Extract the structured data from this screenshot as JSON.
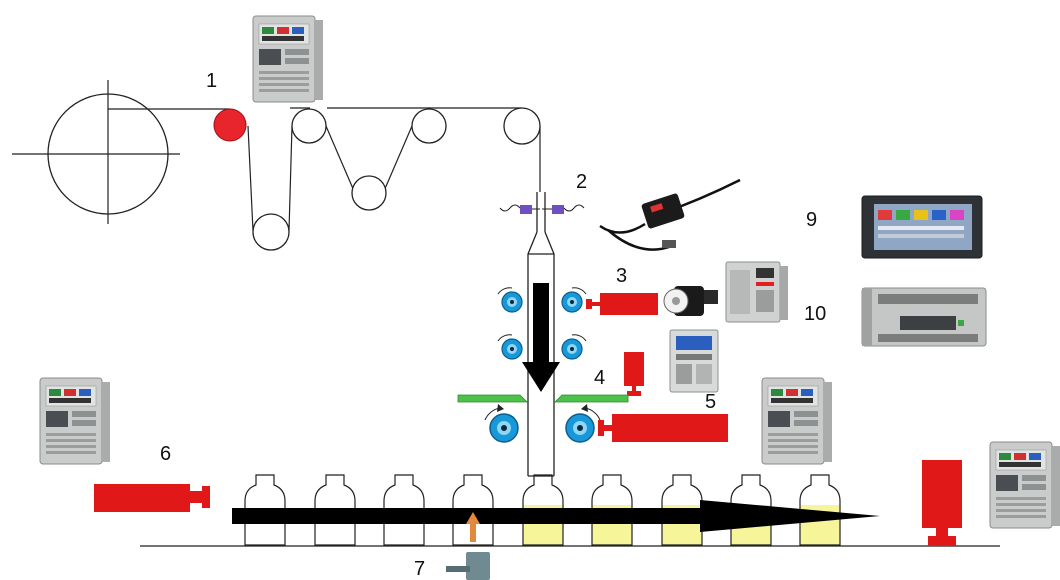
{
  "labels": {
    "n1": "1",
    "n2": "2",
    "n3": "3",
    "n4": "4",
    "n5": "5",
    "n6": "6",
    "n7": "7",
    "n9": "9",
    "n10": "10"
  },
  "colors": {
    "actuator_red": "#e01818",
    "dancer_red": "#e8242c",
    "roller_blue": "#1898d8",
    "guide_green": "#4cc24c",
    "liquid_yellow": "#f6f59a",
    "arrow_black": "#000000",
    "sensor_purple": "#7050c0"
  },
  "bottles": {
    "empty_count": 4,
    "filled_count": 5
  },
  "icons": [
    "inverter-drive-icon",
    "fiber-sensor-icon",
    "servo-motor-icon",
    "servo-drive-icon",
    "hmi-touchscreen-icon",
    "plc-controller-icon",
    "proximity-sensor-icon"
  ]
}
